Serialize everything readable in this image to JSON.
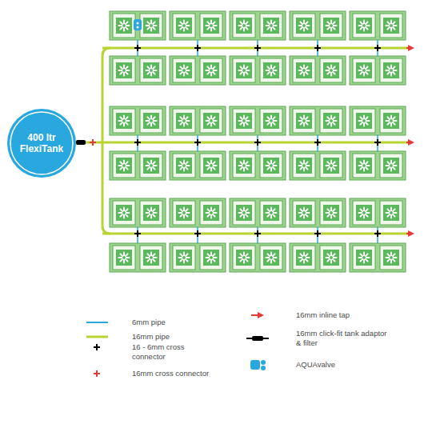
{
  "diagram": {
    "nodes": [
      {
        "text": [
          "400 ltr FlexiTank"
        ]
      }
    ],
    "legend": [
      {
        "text": "6mm pipe"
      },
      {
        "text": "16mm pipe"
      },
      {
        "text": "16 - 6mm cross connector"
      },
      {
        "text": "16mm cross connector"
      },
      {
        "text": "16mm inline tap"
      },
      {
        "text": "16mm click-fit tank adaptor & filter"
      },
      {
        "text": "AQUAvalve"
      }
    ]
  }
}
